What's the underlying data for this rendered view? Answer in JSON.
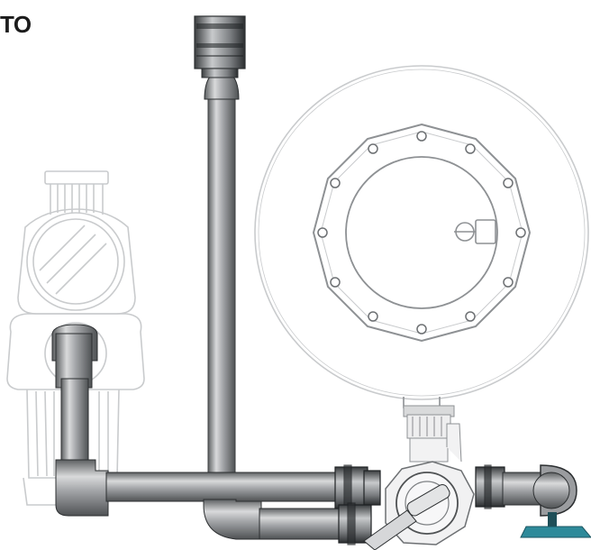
{
  "heading": {
    "text": "TO"
  },
  "colors": {
    "pipe": "#a3a5a8",
    "pipe_highlight": "#d9dadb",
    "pipe_shadow": "#5d6062",
    "fitting": "#8e9194",
    "fitting_dark": "#2c2f31",
    "ghost_line": "#c9cbcd",
    "valve_handle": "#2e8a9a"
  },
  "icons": [
    "pump-drawing",
    "filter-tank-drawing",
    "multiport-valve-drawing",
    "ball-valve-drawing"
  ]
}
